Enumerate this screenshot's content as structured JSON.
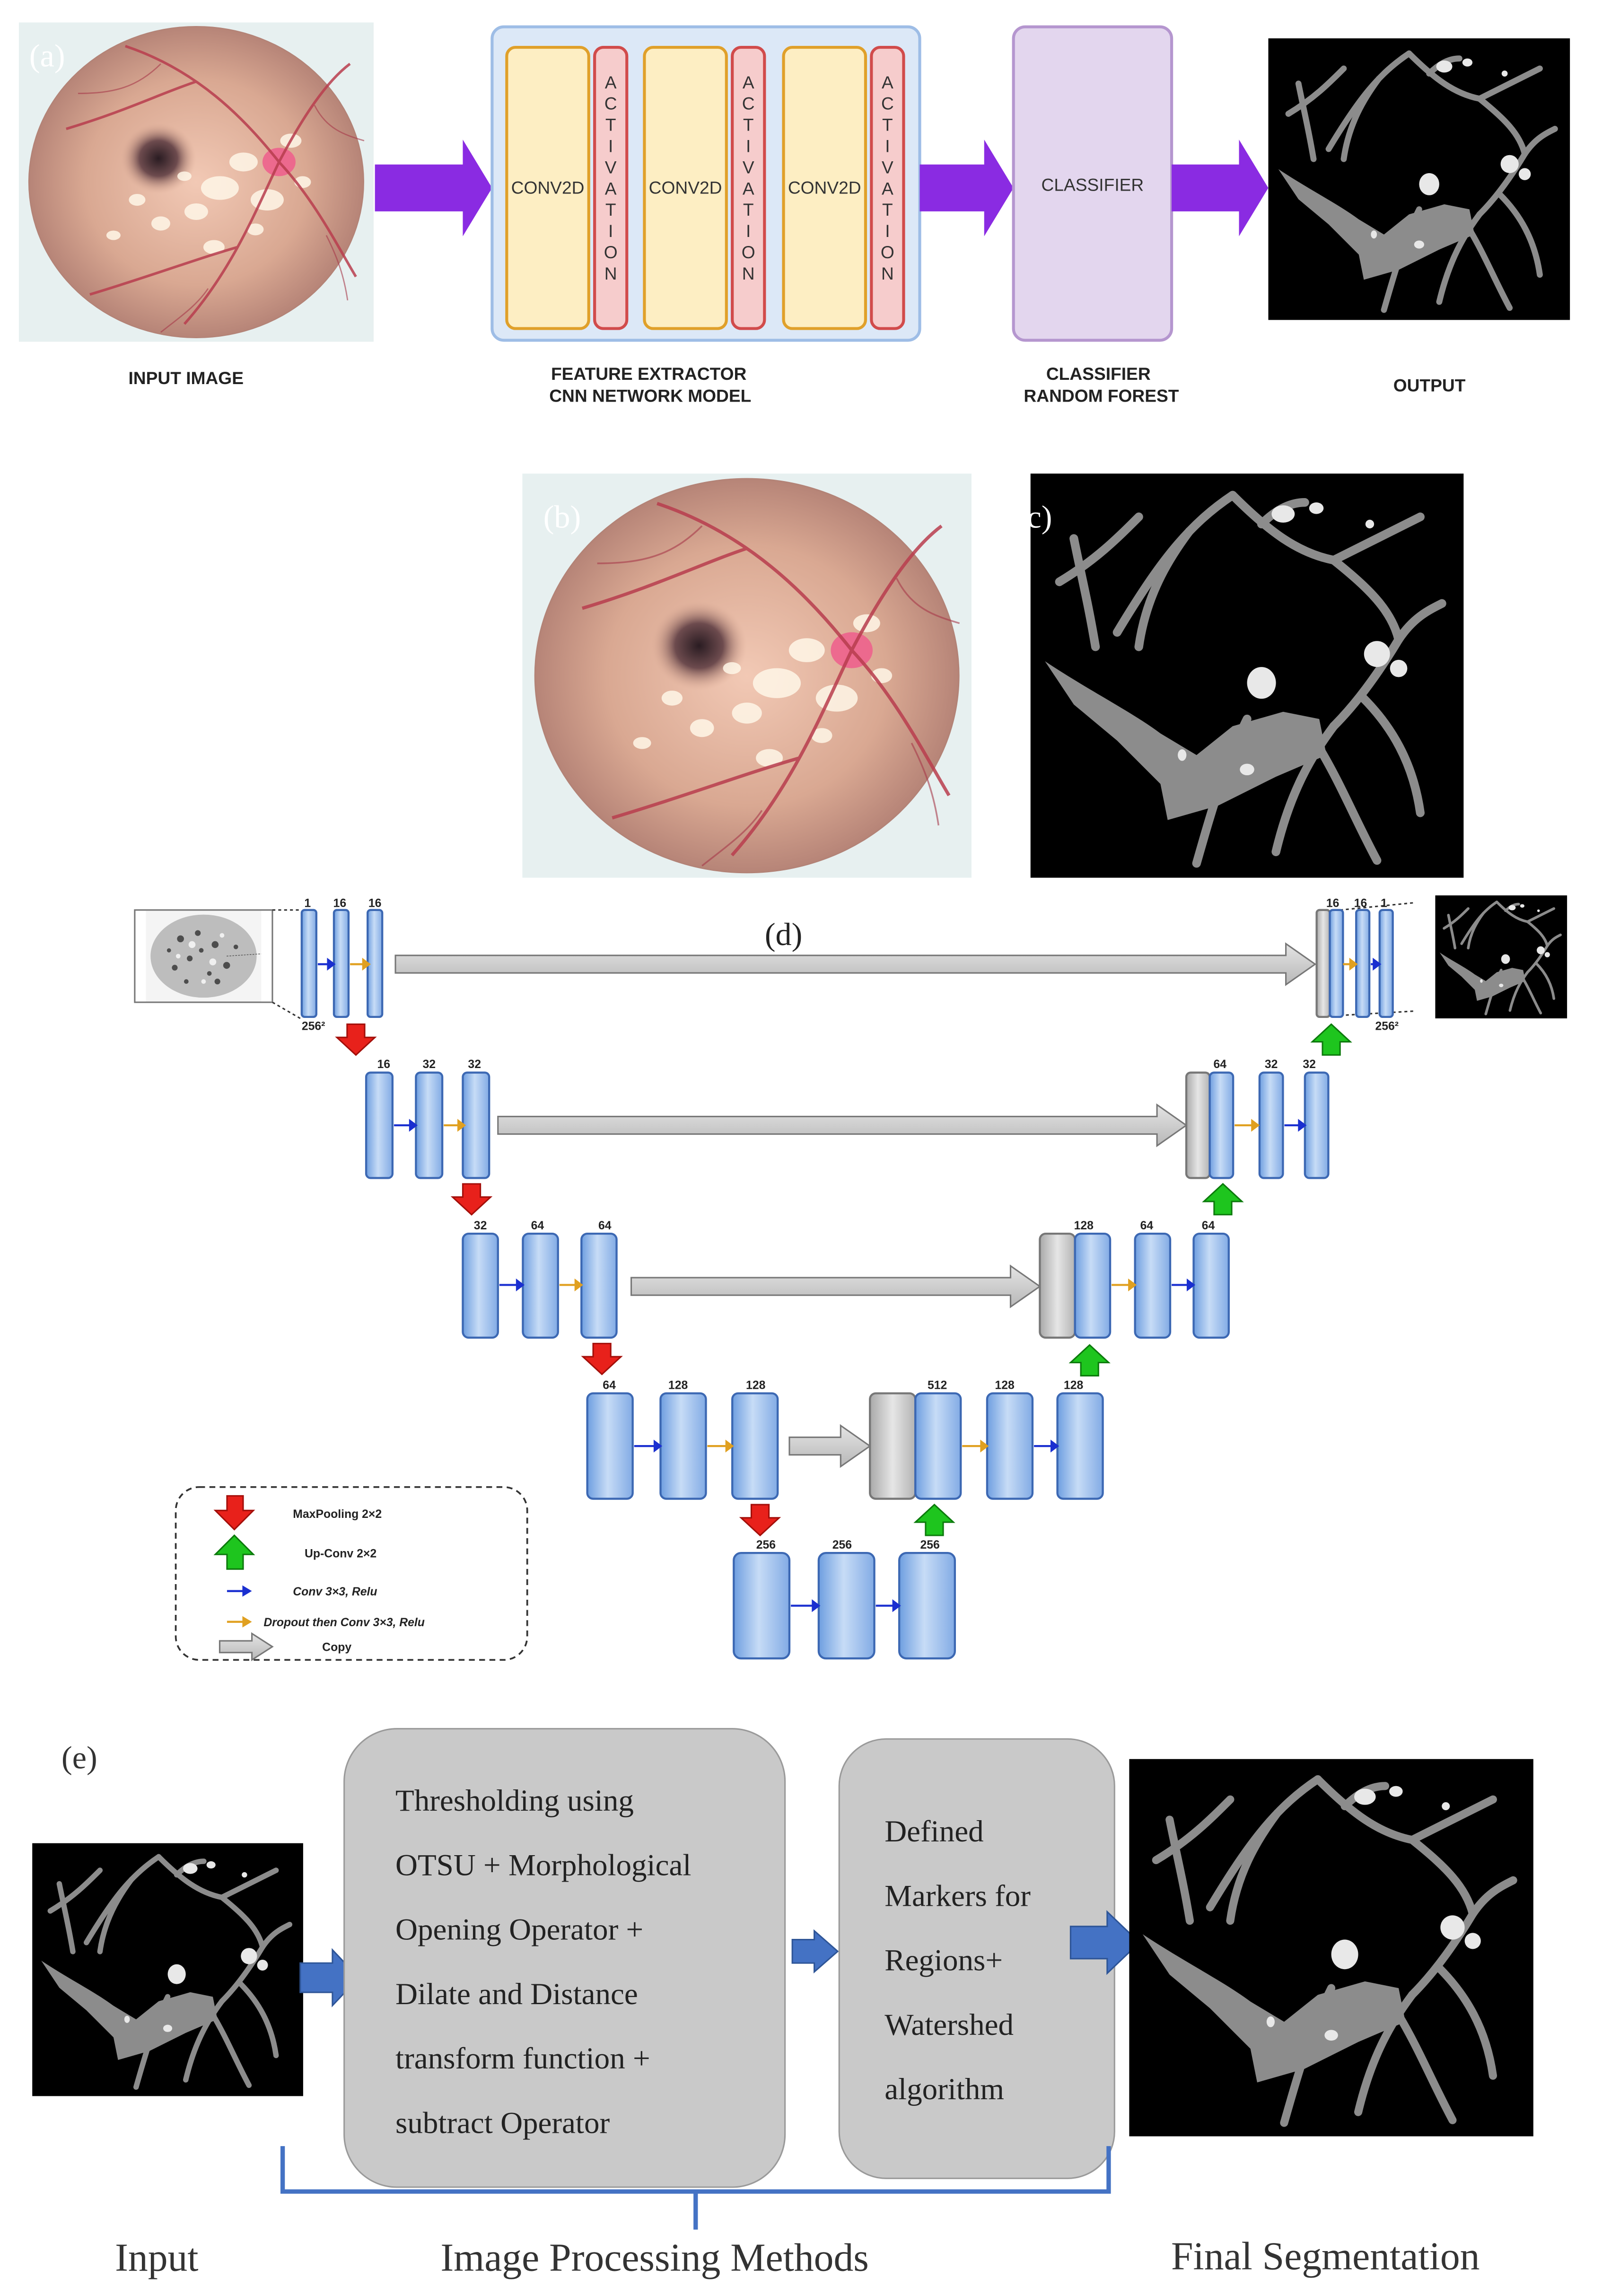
{
  "panel_a": {
    "tag": "(a)",
    "layers": {
      "conv1": "CONV2D",
      "act1": "ACTIVATION",
      "conv2": "CONV2D",
      "act2": "ACTIVATION",
      "conv3": "CONV2D",
      "act3": "ACTIVATION"
    },
    "classifier": "CLASSIFIER",
    "captions": {
      "input": "INPUT IMAGE",
      "fe1": "FEATURE EXTRACTOR",
      "fe2": "CNN NETWORK MODEL",
      "cl1": "CLASSIFIER",
      "cl2": "RANDOM FOREST",
      "output": "OUTPUT"
    }
  },
  "panel_b": {
    "tag": "(b)"
  },
  "panel_c": {
    "tag": "(c)"
  },
  "panel_d": {
    "tag": "(d)",
    "labels": {
      "l1_1": "1",
      "l1_2": "16",
      "l1_3": "16",
      "l1_size": "256²",
      "r1_1": "16",
      "r1_2": "16",
      "r1_3": "1",
      "r1_size": "256²",
      "l2_1": "16",
      "l2_2": "32",
      "l2_3": "32",
      "r2_1": "64",
      "r2_2": "32",
      "r2_3": "32",
      "l3_1": "32",
      "l3_2": "64",
      "l3_3": "64",
      "r3_1": "128",
      "r3_2": "64",
      "r3_3": "64",
      "l4_1": "64",
      "l4_2": "128",
      "l4_3": "128",
      "r4_1": "512",
      "r4_2": "128",
      "r4_3": "128",
      "b_1": "256",
      "b_2": "256",
      "b_3": "256"
    },
    "legend": {
      "maxpool": "MaxPooling 2×2",
      "upconv": "Up-Conv 2×2",
      "conv": "Conv  3×3, Relu",
      "dropout": "Dropout then Conv  3×3, Relu",
      "copy": "Copy"
    }
  },
  "panel_e": {
    "tag": "(e)",
    "box1_lines": [
      "Thresholding using",
      "OTSU + Morphological",
      "Opening Operator +",
      "Dilate and Distance",
      "transform function +",
      "subtract Operator"
    ],
    "box2_lines": [
      "Defined",
      "Markers for",
      "Regions+",
      "Watershed",
      "algorithm"
    ],
    "captions": {
      "input": "Input",
      "methods": "Image Processing Methods",
      "final": "Final Segmentation"
    }
  },
  "colors": {
    "purple_arrow": "#8a2be2",
    "blue_arrow": "#4472c4",
    "block_fill": "#a9c6ef",
    "block_stroke": "#3c68b3",
    "copy_gray": "#c8c8c8",
    "red_arrow": "#e8211b",
    "green_arrow": "#1ec51e",
    "mask_vessel": "#8a8a8a",
    "process_box": "#c9c9c9"
  },
  "icons": {
    "fundus": "fundus-photo",
    "mask": "segmentation-mask",
    "probmap": "probability-map"
  }
}
